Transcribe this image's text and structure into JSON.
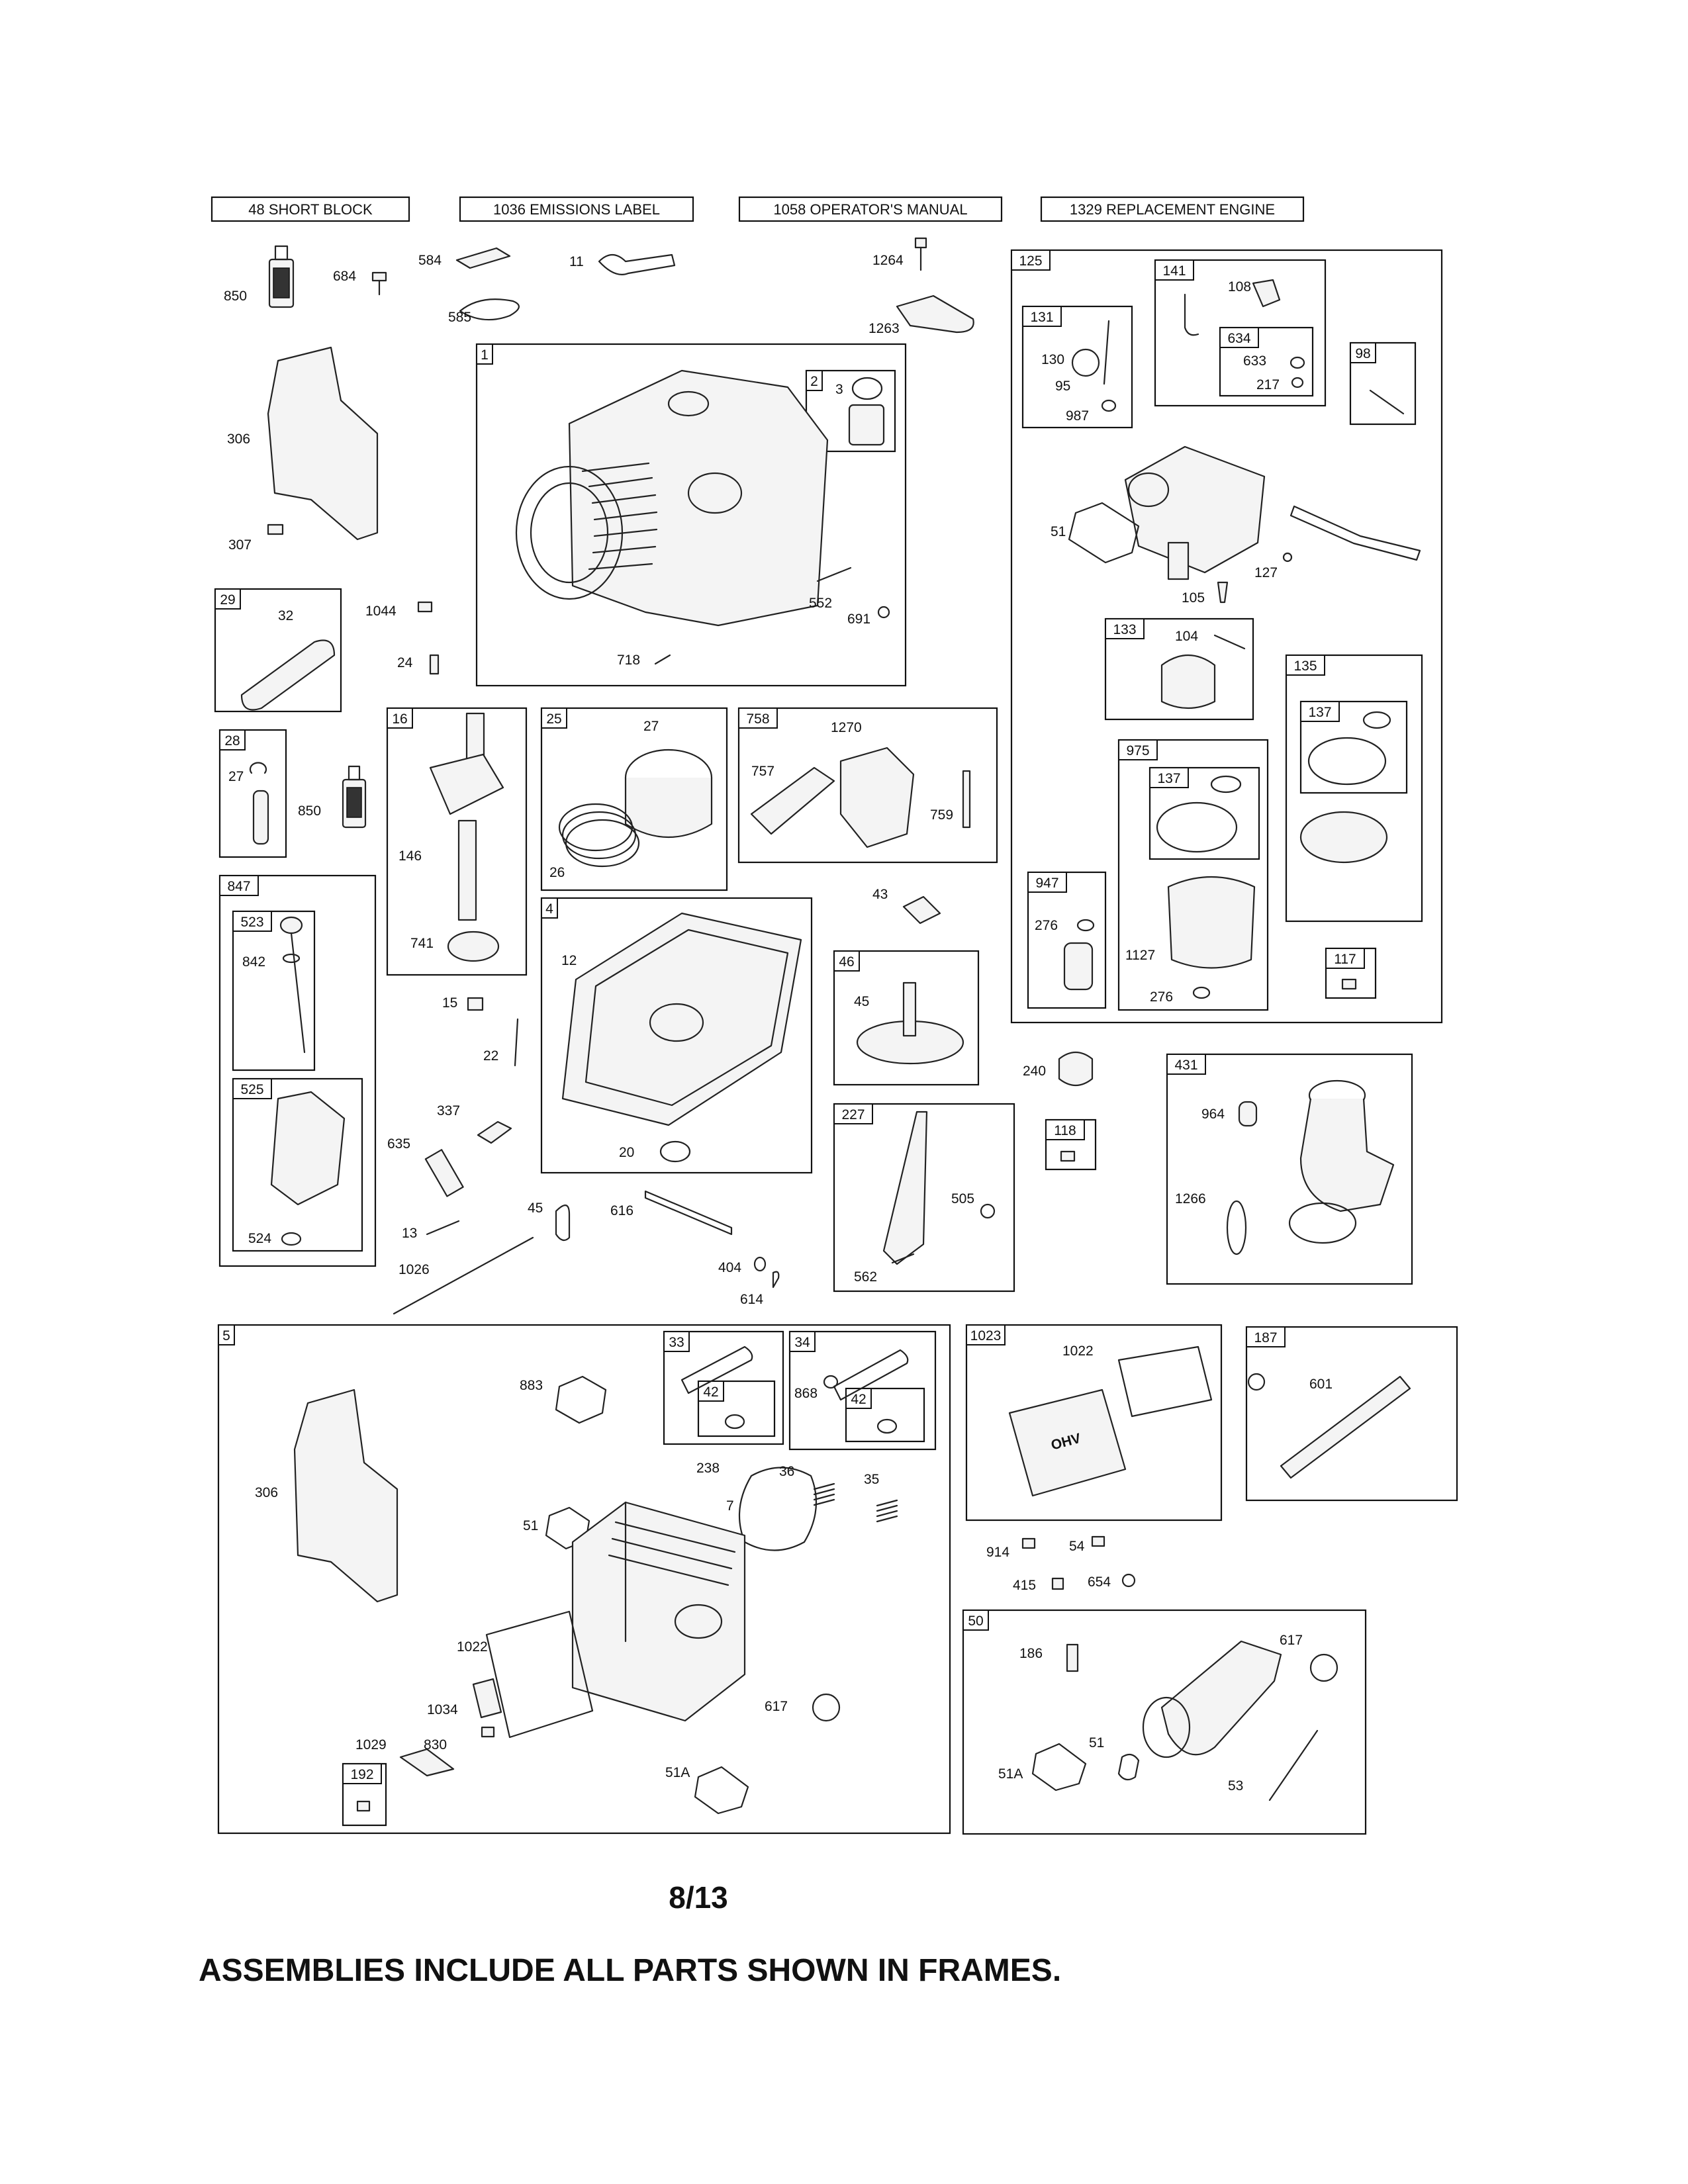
{
  "header_boxes": [
    "48 SHORT BLOCK",
    "1036 EMISSIONS LABEL",
    "1058 OPERATOR'S MANUAL",
    "1329 REPLACEMENT ENGINE"
  ],
  "frames": {
    "f1": "1",
    "f2": "2",
    "f25": "25",
    "f16": "16",
    "f29": "29",
    "f28": "28",
    "f847": "847",
    "f523": "523",
    "f525": "525",
    "f758": "758",
    "f4": "4",
    "f46": "46",
    "f227": "227",
    "f125": "125",
    "f131": "131",
    "f141": "141",
    "f634": "634",
    "f98": "98",
    "f133": "133",
    "f135": "135",
    "f137a": "137",
    "f975": "975",
    "f137b": "137",
    "f947": "947",
    "f117": "117",
    "f118": "118",
    "f431": "431",
    "f5": "5",
    "f33": "33",
    "f42a": "42",
    "f34": "34",
    "f42b": "42",
    "f1023": "1023",
    "f187": "187",
    "f50": "50",
    "f192": "192"
  },
  "labels": {
    "l850a": "850",
    "l684": "684",
    "l584": "584",
    "l11": "11",
    "l585": "585",
    "l1264": "1264",
    "l1263": "1263",
    "l306a": "306",
    "l307": "307",
    "l32": "32",
    "l1044": "1044",
    "l24": "24",
    "l3": "3",
    "l552": "552",
    "l691": "691",
    "l718": "718",
    "l27a": "27",
    "l850b": "850",
    "l27b": "27",
    "l26": "26",
    "l146": "146",
    "l741": "741",
    "l1270": "1270",
    "l757": "757",
    "l759": "759",
    "l43": "43",
    "l842": "842",
    "l524": "524",
    "l12": "12",
    "l15": "15",
    "l22": "22",
    "l20": "20",
    "l45a": "45",
    "l337": "337",
    "l635": "635",
    "l13": "13",
    "l45b": "45",
    "l616": "616",
    "l1026": "1026",
    "l404": "404",
    "l614": "614",
    "l505": "505",
    "l562": "562",
    "l108": "108",
    "l130": "130",
    "l95": "95",
    "l987": "987",
    "l633": "633",
    "l217": "217",
    "l51a": "51",
    "l127": "127",
    "l105": "105",
    "l104": "104",
    "l276a": "276",
    "l1127": "1127",
    "l276b": "276",
    "l240": "240",
    "l964": "964",
    "l1266": "1266",
    "l883": "883",
    "l868": "868",
    "l238": "238",
    "l36": "36",
    "l35": "35",
    "l7": "7",
    "l306b": "306",
    "l51b": "51",
    "l1022a": "1022",
    "l1034": "1034",
    "l1029": "1029",
    "l830": "830",
    "l617a": "617",
    "l51Aa": "51A",
    "l1022b": "1022",
    "l601": "601",
    "l914": "914",
    "l54": "54",
    "l415": "415",
    "l654": "654",
    "l186": "186",
    "l617b": "617",
    "l51c": "51",
    "l51Ab": "51A",
    "l53": "53"
  },
  "valve_cover_text": "OHV",
  "page_number": "8/13",
  "footer_note": "ASSEMBLIES INCLUDE ALL PARTS SHOWN IN FRAMES."
}
